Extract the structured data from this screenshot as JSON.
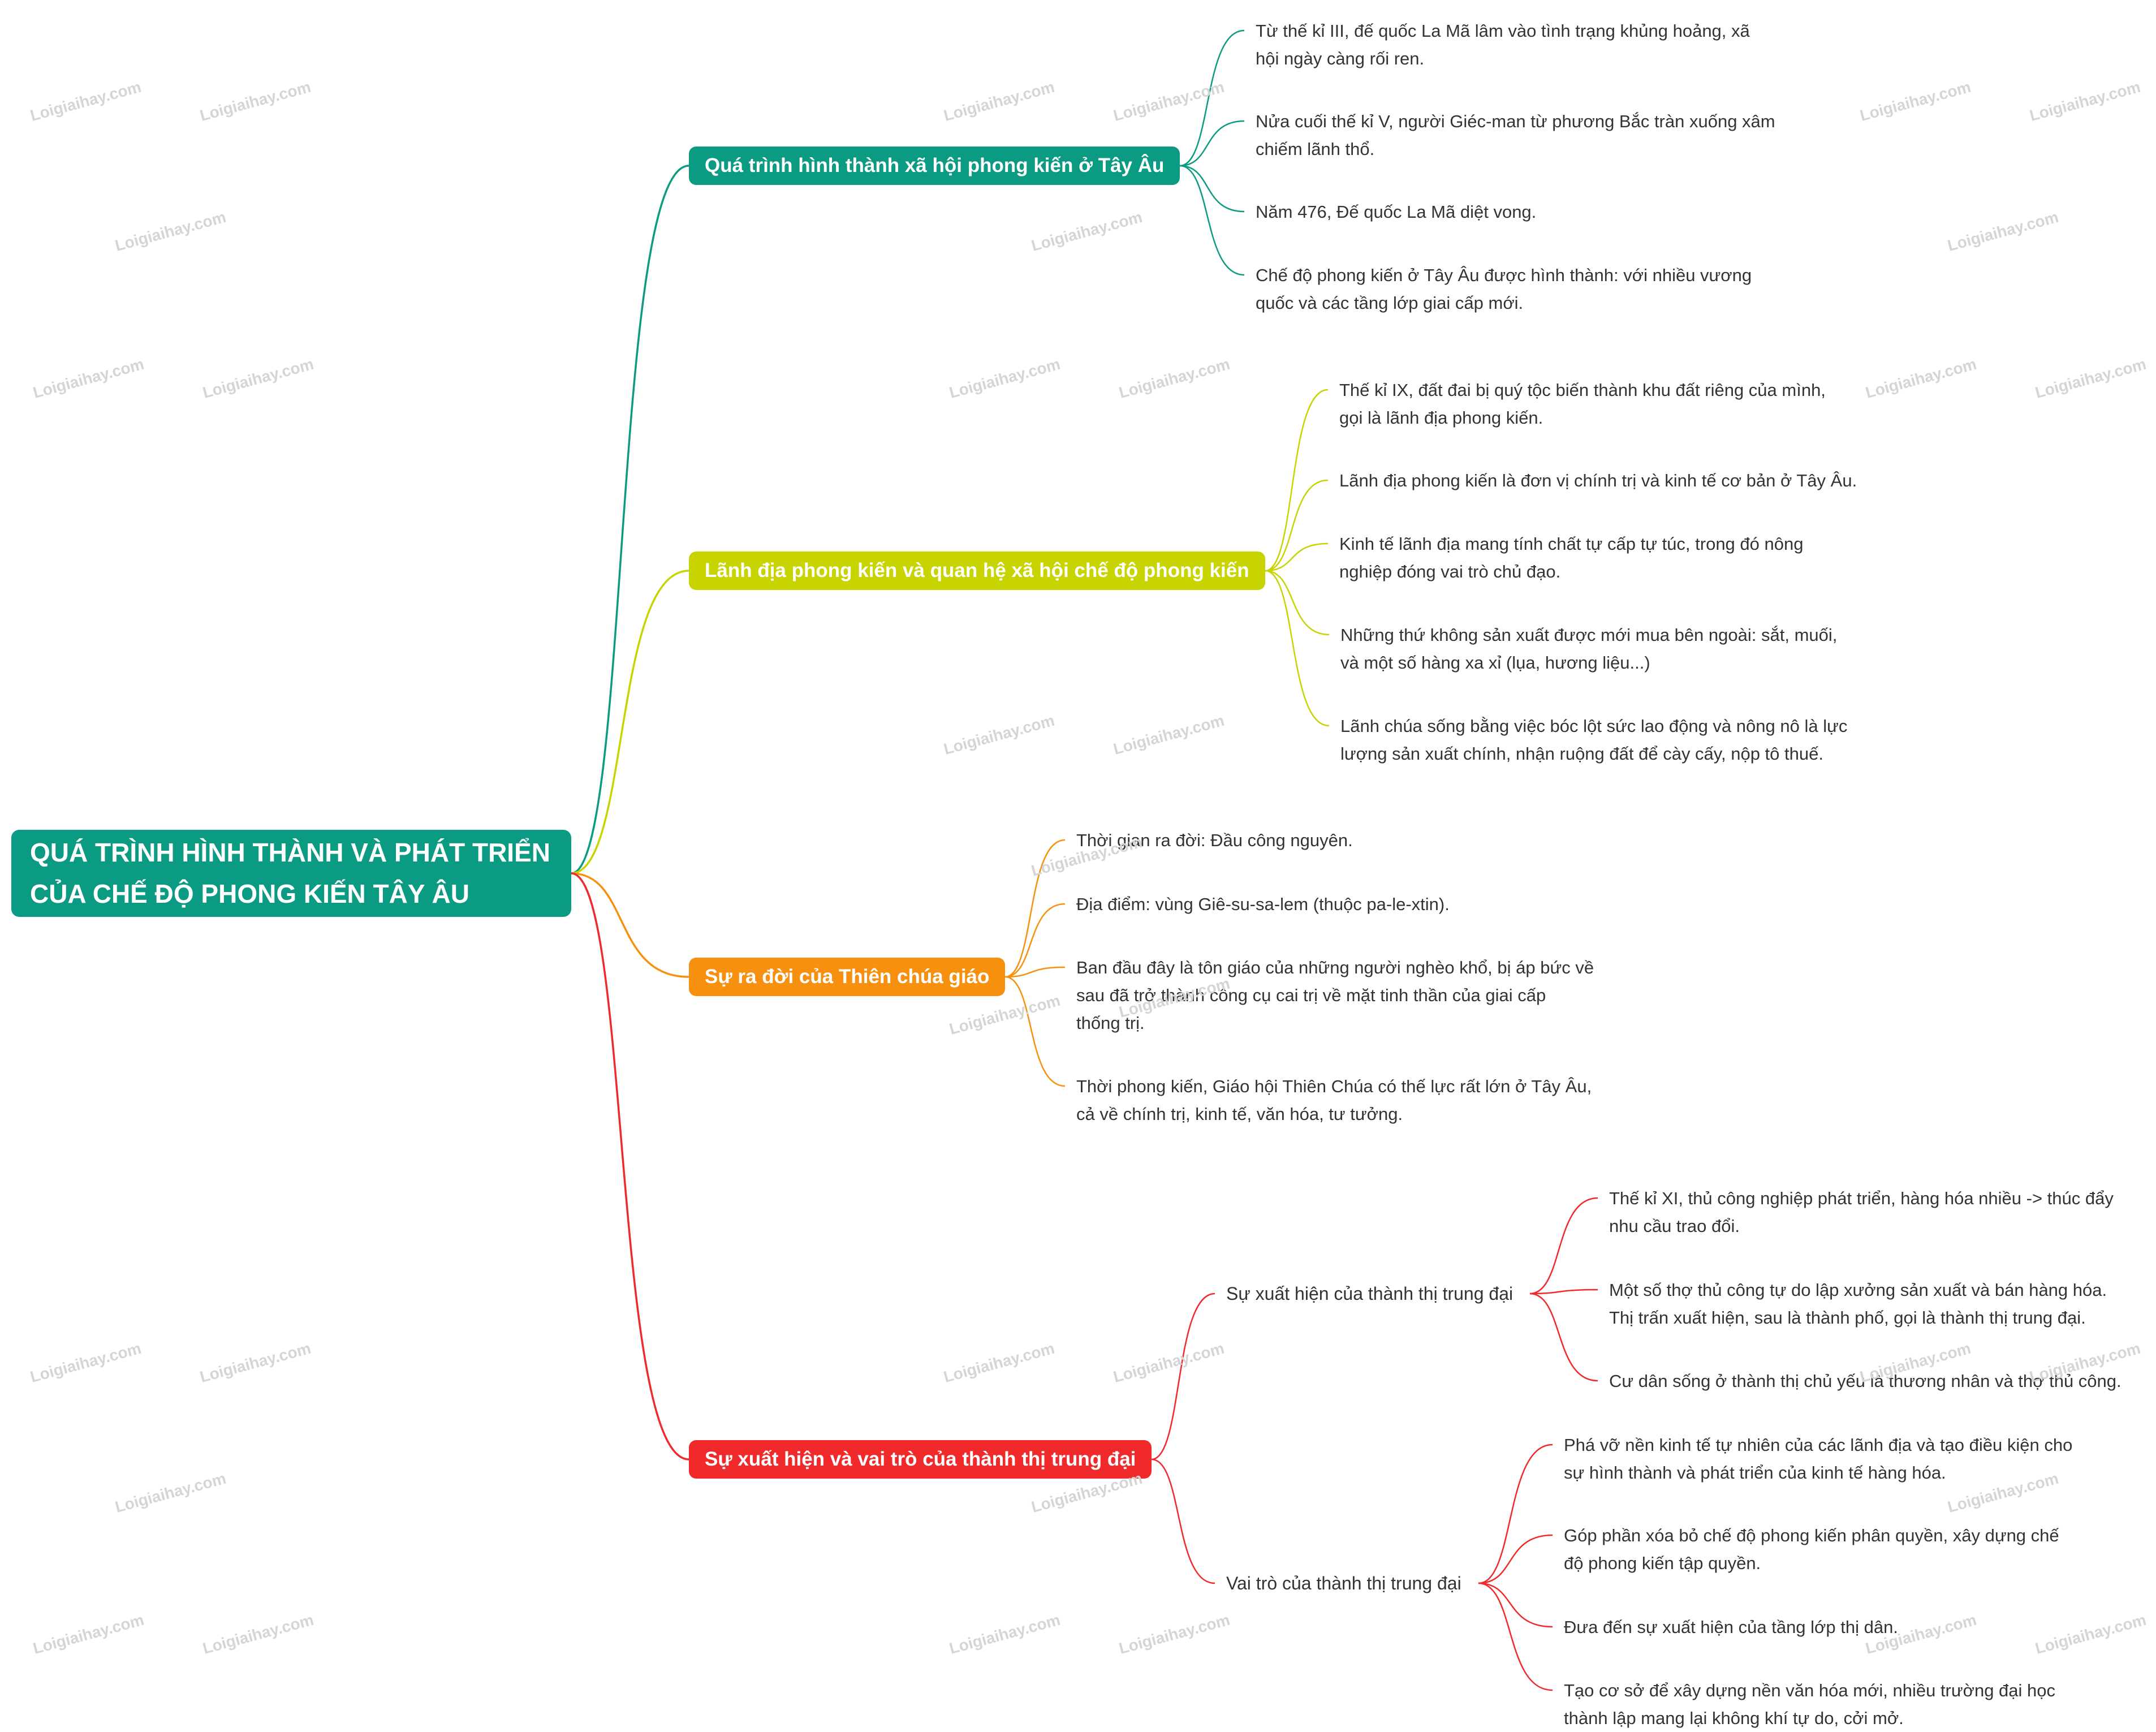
{
  "root": {
    "line1": "QUÁ TRÌNH HÌNH THÀNH VÀ PHÁT TRIỂN",
    "line2": "CỦA CHẾ ĐỘ PHONG KIẾN TÂY ÂU"
  },
  "branches": [
    {
      "label": "Quá trình hình thành xã hội phong kiến ở Tây Âu",
      "color": "#0b9a82",
      "items": [
        "Từ thế kỉ III, đế quốc La Mã lâm vào tình trạng khủng hoảng, xã\nhội ngày càng rối ren.",
        "Nửa cuối thế kỉ V, người Giéc-man từ phương Bắc tràn xuống xâm\nchiếm lãnh thổ.",
        "Năm 476, Đế quốc La Mã diệt vong.",
        "Chế độ phong kiến ở Tây Âu được hình thành: với nhiều vương\nquốc và các tầng lớp giai cấp mới."
      ]
    },
    {
      "label": "Lãnh địa phong kiến và quan hệ xã hội chế độ phong kiến",
      "color": "#c8d400",
      "items": [
        "Thế kỉ IX, đất đai bị quý tộc biến thành khu đất riêng của mình,\ngọi là lãnh địa phong kiến.",
        "Lãnh địa phong kiến là đơn vị chính trị và kinh tế cơ bản ở Tây Âu.",
        "Kinh tế lãnh địa mang tính chất tự cấp tự túc, trong đó nông\nnghiệp đóng vai trò chủ đạo.",
        "Những thứ không sản xuất được mới mua bên ngoài: sắt, muối,\nvà một số hàng xa xỉ (lụa, hương liệu...)",
        "Lãnh chúa sống bằng việc bóc lột sức lao động và nông nô là lực\nlượng sản xuất chính, nhận ruộng đất để cày cấy, nộp tô thuế."
      ]
    },
    {
      "label": "Sự ra đời của Thiên chúa giáo",
      "color": "#f7900f",
      "items": [
        "Thời gian ra đời: Đầu công nguyên.",
        "Địa điểm: vùng Giê-su-sa-lem (thuộc pa-le-xtin).",
        "Ban đầu đây là tôn giáo của những người nghèo khổ, bị áp bức về\nsau đã trở thành công cụ cai trị về mặt tinh thần của giai cấp\nthống trị.",
        "Thời phong kiến, Giáo hội Thiên Chúa có thế lực rất lớn ở Tây Âu,\ncả về chính trị, kinh tế, văn hóa, tư tưởng."
      ]
    },
    {
      "label": "Sự xuất hiện và vai trò của thành thị trung đại",
      "color": "#f0292b",
      "subs": [
        {
          "label": "Sự xuất hiện của thành thị trung đại",
          "items": [
            "Thế kỉ XI, thủ công nghiệp phát triển, hàng hóa nhiều -> thúc đẩy\nnhu cầu trao đổi.",
            "Một số thợ thủ công tự do lập xưởng sản xuất và bán hàng hóa.\nThị trấn xuất hiện, sau là thành phố, gọi là thành thị trung đại.",
            "Cư dân sống ở thành thị chủ yếu là thương nhân và thợ thủ công."
          ]
        },
        {
          "label": "Vai trò của thành thị trung đại",
          "items": [
            "Phá vỡ nền kinh tế tự nhiên của các lãnh địa và tạo điều kiện cho\n   sự hình thành và phát triển của kinh tế hàng hóa.",
            "Góp phần xóa bỏ chế độ phong kiến phân quyền, xây dựng       chế\nđộ phong kiến tập quyền.",
            "Đưa đến sự xuất hiện của tầng lớp thị dân.",
            "Tạo cơ sở để xây dựng nền văn hóa mới, nhiều trường đại học\n thành lập mang lại không khí tự do, cởi mở."
          ]
        }
      ]
    }
  ],
  "watermark": "Loigiaihay.com"
}
